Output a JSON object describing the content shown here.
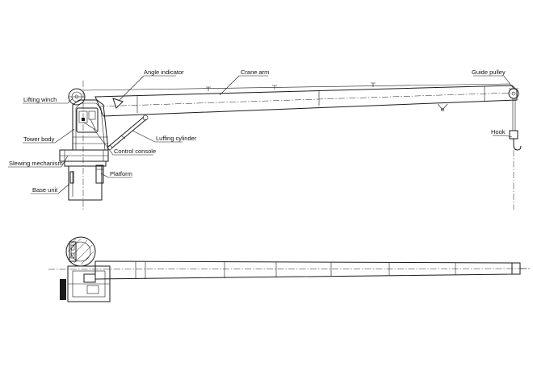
{
  "labels": {
    "angle_indicator": "Angle indicator",
    "crane_arm": "Crane arm",
    "guide_pulley": "Guide pulley",
    "lifting_winch": "Lifting winch",
    "tower_body": "Tower body",
    "luffing_cylinder": "Luffing cylinder",
    "control_console": "Control console",
    "slewing_mechanism": "Slewing mechanism",
    "platform": "Platform",
    "base_unit": "Base unit",
    "hook": "Hook"
  },
  "colors": {
    "line": "#1a1a1a",
    "background": "#ffffff"
  }
}
